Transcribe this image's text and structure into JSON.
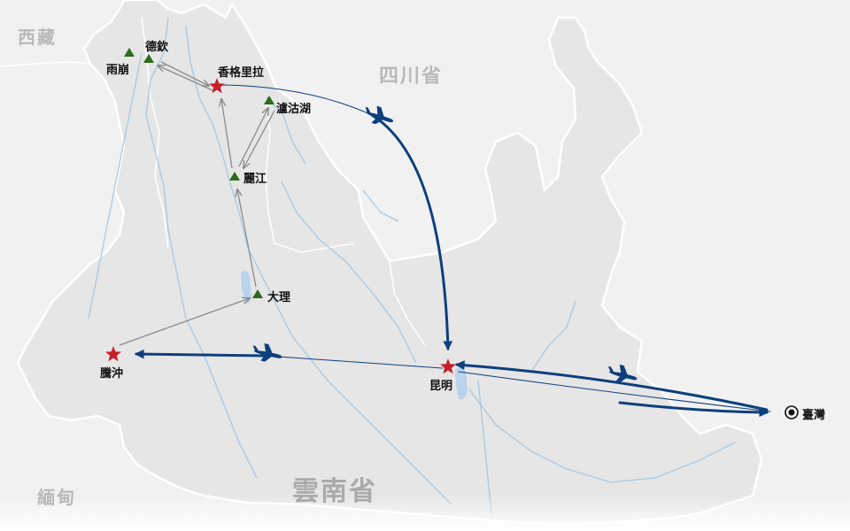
{
  "regions": {
    "xizang": "西藏",
    "sichuan": "四川省",
    "myanmar": "緬甸",
    "yunnan": "雲南省"
  },
  "cities": {
    "deqin": "德欽",
    "yubeng": "雨崩",
    "shangrila": "香格里拉",
    "lugu_lake": "瀘沽湖",
    "lijiang": "麗江",
    "dali": "大理",
    "tengchong": "騰沖",
    "kunming": "昆明",
    "taiwan": "臺灣"
  },
  "colors": {
    "land": "#e6e6e6",
    "border": "#ffffff",
    "river": "#9ec3e0",
    "flight_route": "#0d3f7c",
    "land_route": "#8a8a8a",
    "major_stop": "#c8202a",
    "minor_stop": "#2e6b1c"
  },
  "icons": {
    "major_stop": "star-icon",
    "minor_stop": "triangle-icon",
    "origin": "target-icon",
    "flight": "airplane-icon"
  }
}
